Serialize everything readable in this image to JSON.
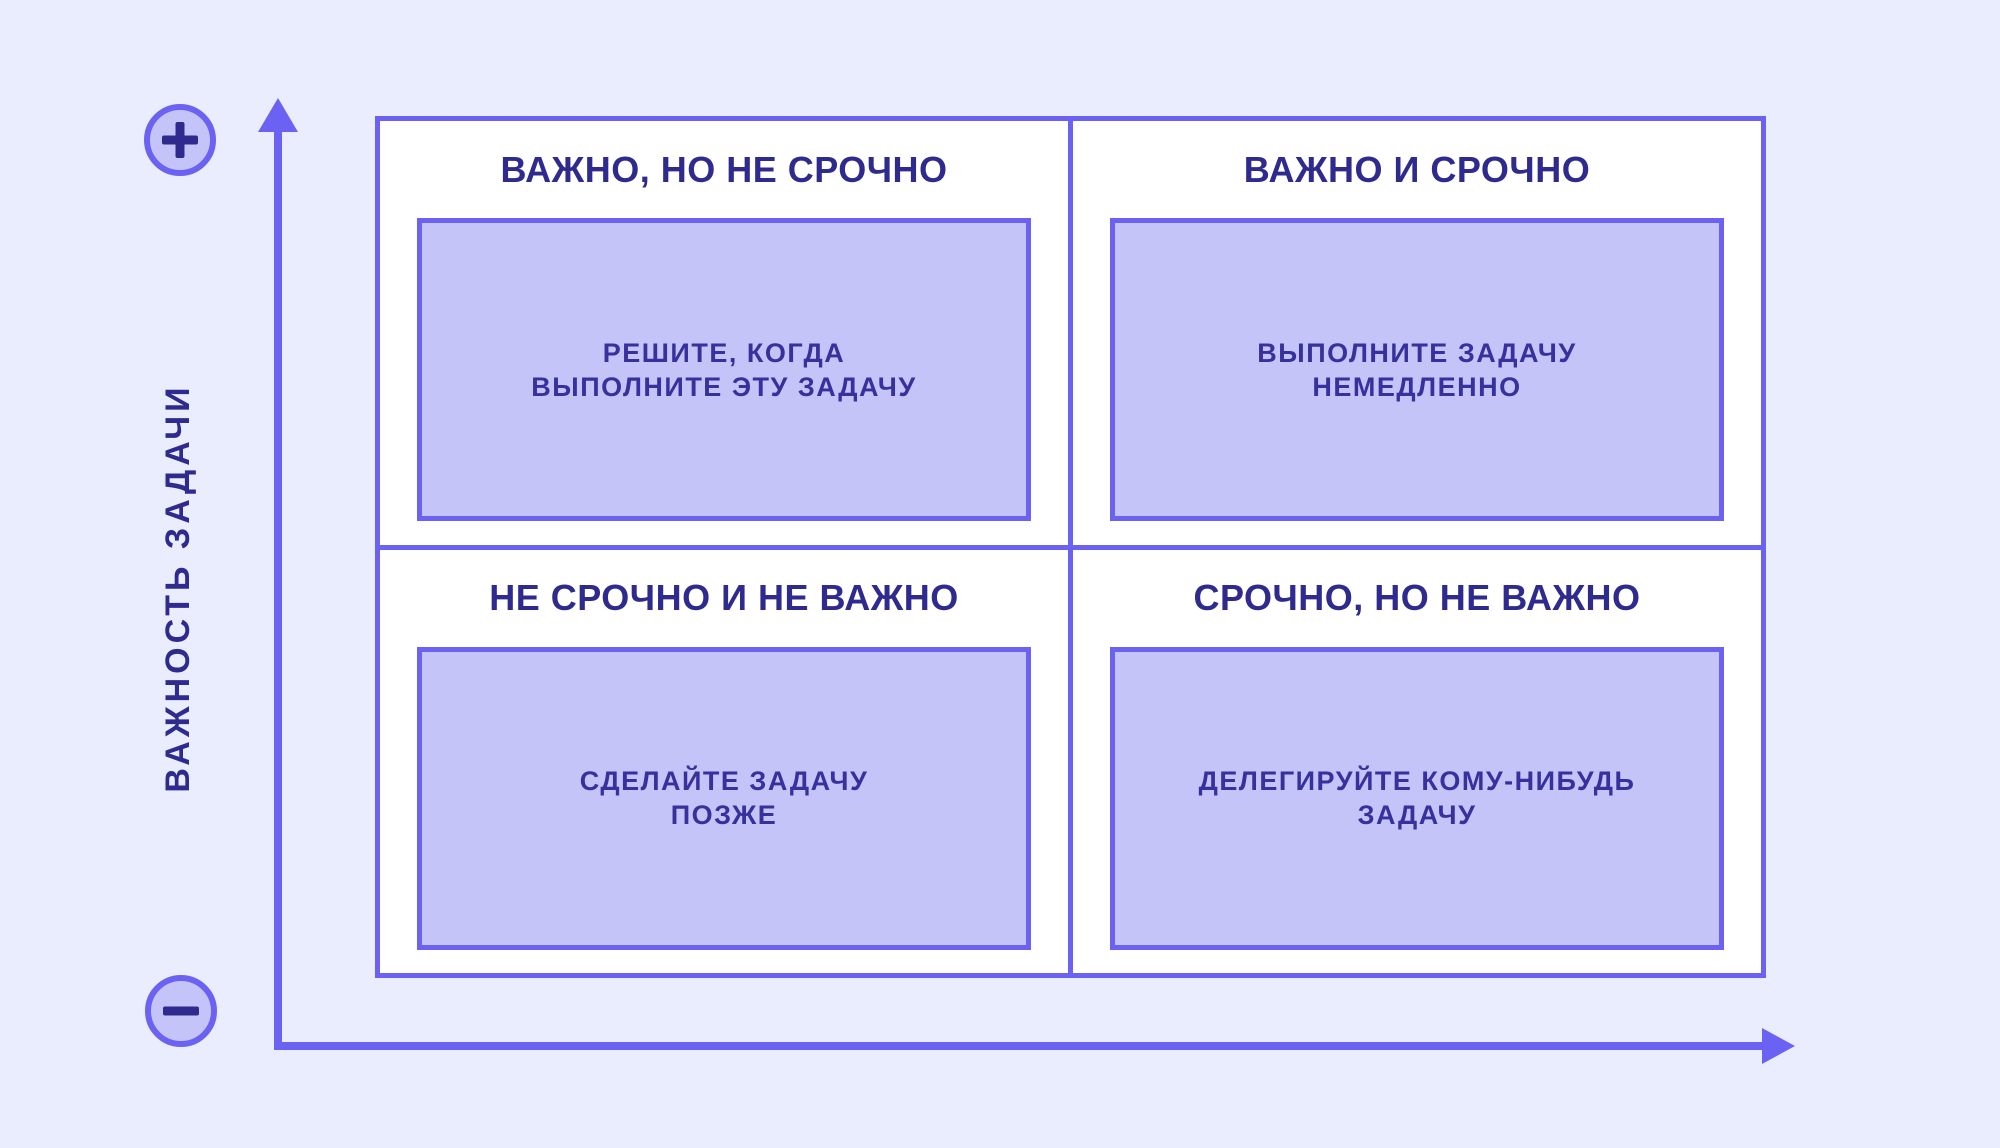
{
  "diagram": {
    "type": "eisenhower-priority-matrix",
    "y_axis": {
      "label": "ВАЖНОСТЬ ЗАДАЧИ",
      "top_marker": "plus",
      "bottom_marker": "minus"
    },
    "quadrants": [
      {
        "id": "important-not-urgent",
        "title": "ВАЖНО, НО НЕ СРОЧНО",
        "action_line1": "РЕШИТЕ, КОГДА",
        "action_line2": "ВЫПОЛНИТЕ ЭТУ ЗАДАЧУ"
      },
      {
        "id": "important-urgent",
        "title": "ВАЖНО И СРОЧНО",
        "action_line1": "ВЫПОЛНИТЕ ЗАДАЧУ",
        "action_line2": "НЕМЕДЛЕННО"
      },
      {
        "id": "not-urgent-not-important",
        "title": "НЕ СРОЧНО И НЕ ВАЖНО",
        "action_line1": "СДЕЛАЙТЕ ЗАДАЧУ",
        "action_line2": "ПОЗЖЕ"
      },
      {
        "id": "urgent-not-important",
        "title": "СРОЧНО, НО НЕ ВАЖНО",
        "action_line1": "ДЕЛЕГИРУЙТЕ КОМУ-НИБУДЬ",
        "action_line2": "ЗАДАЧУ"
      }
    ],
    "colors": {
      "background": "#e9edfd",
      "accent_purple": "#6b62f3",
      "box_fill": "#c5c4f8",
      "title_text": "#2f2b8e",
      "body_text": "#37319e"
    }
  }
}
